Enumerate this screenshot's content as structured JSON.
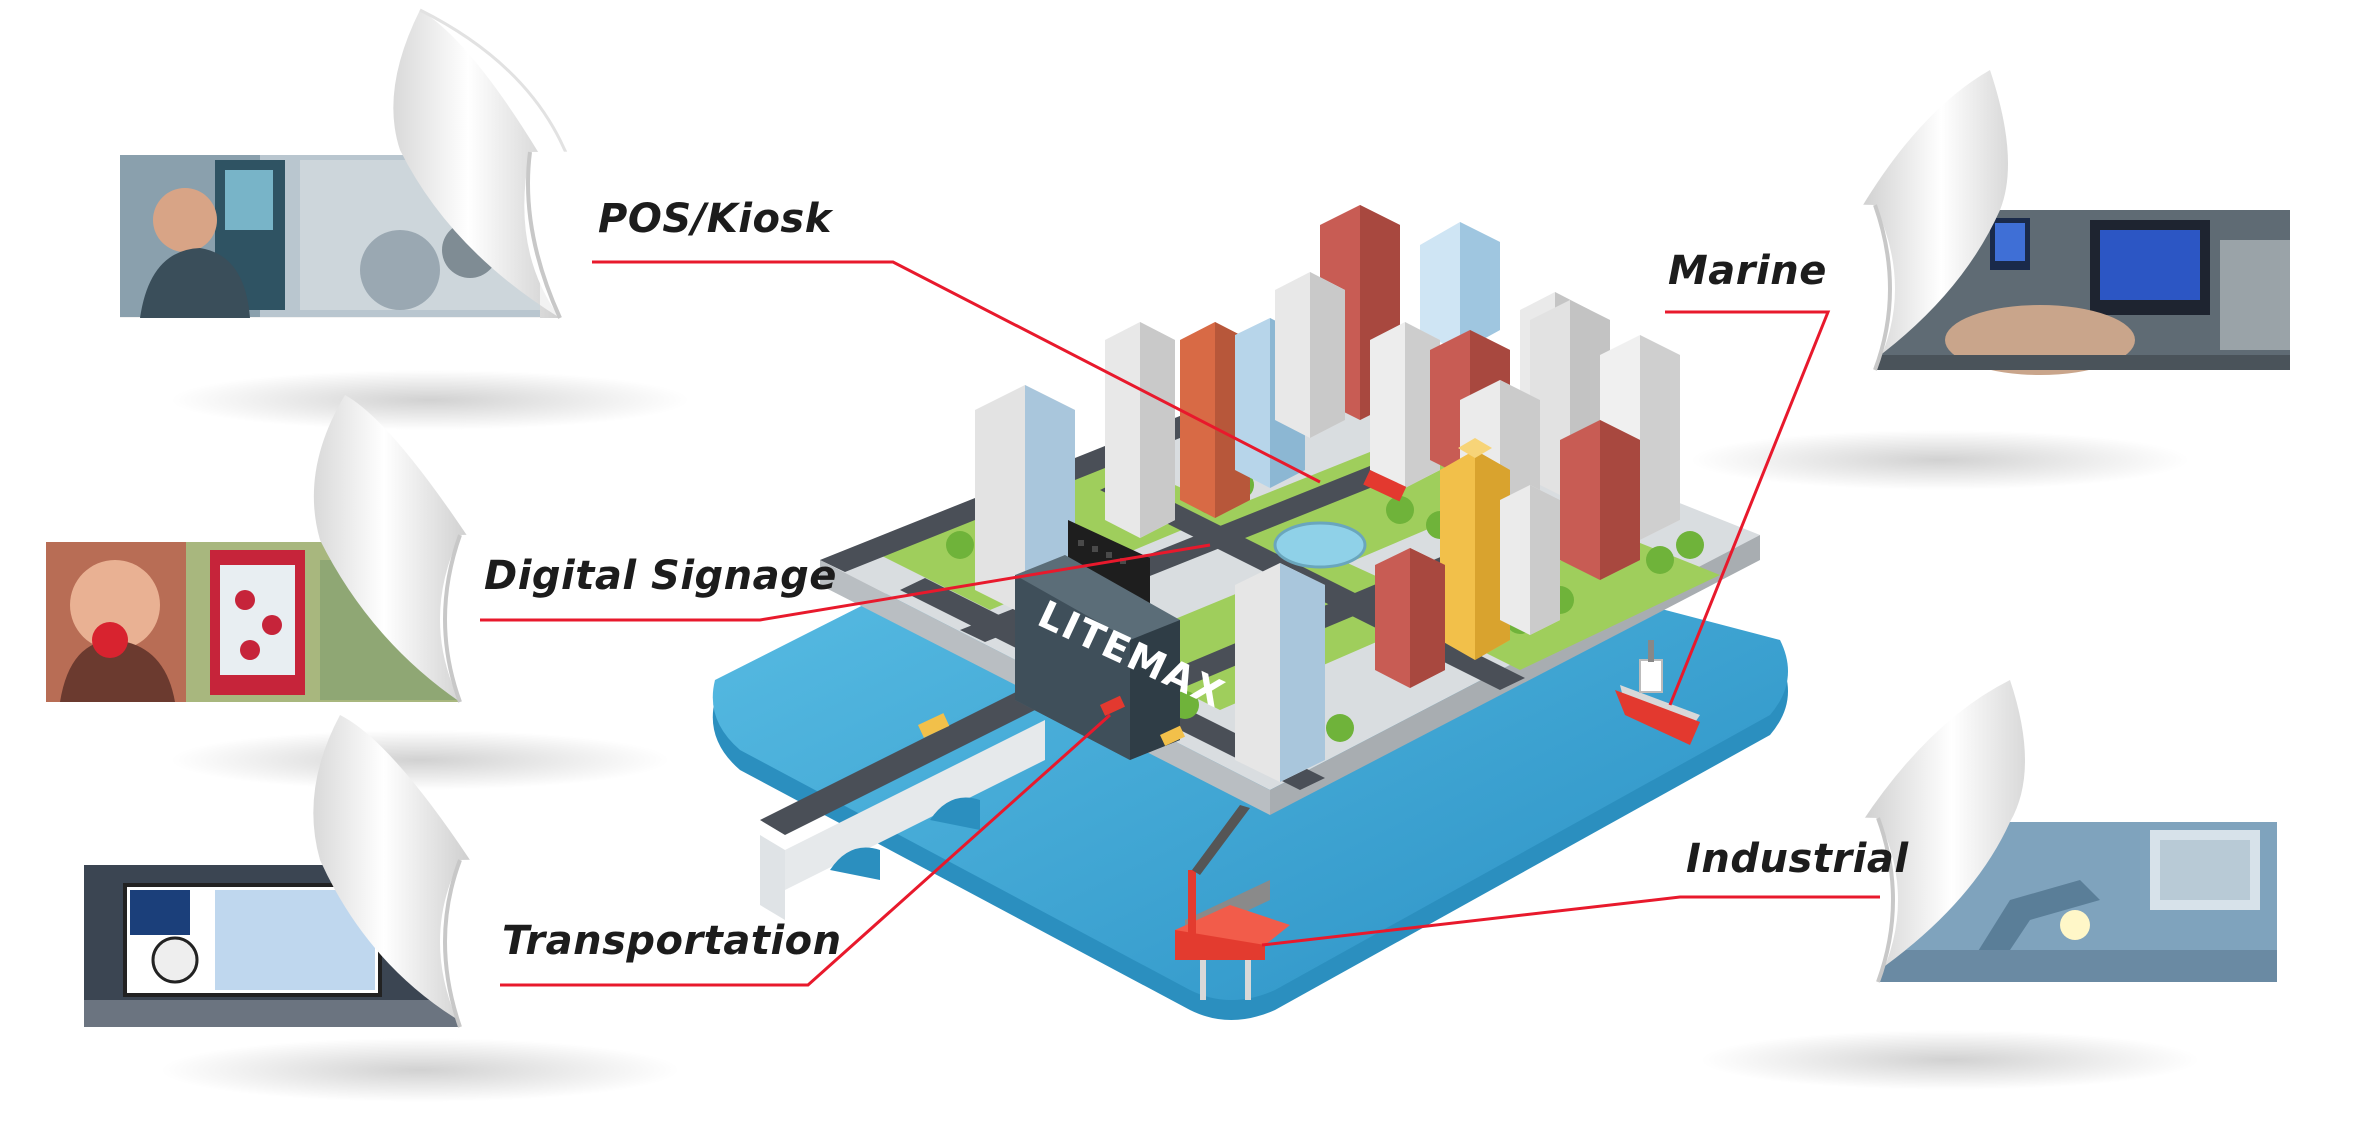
{
  "labels": {
    "pos_kiosk": "POS/Kiosk",
    "digital_signage": "Digital Signage",
    "transportation": "Transportation",
    "marine": "Marine",
    "industrial": "Industrial"
  },
  "billboard_logo": "LITEMAX",
  "colors": {
    "callout_line": "#e8192c",
    "water": "#3fa9d8",
    "water_dark": "#2b8fbf",
    "road": "#4a4f57",
    "grass": "#9fce5c",
    "label_text": "#1c1c1c"
  },
  "icons": {
    "pos_kiosk_photo": "kiosk-photo",
    "digital_signage_photo": "signage-photo",
    "transportation_photo": "train-display-photo",
    "marine_photo": "ship-bridge-photo",
    "industrial_photo": "robot-arm-photo",
    "center": "isometric-city-illustration"
  }
}
